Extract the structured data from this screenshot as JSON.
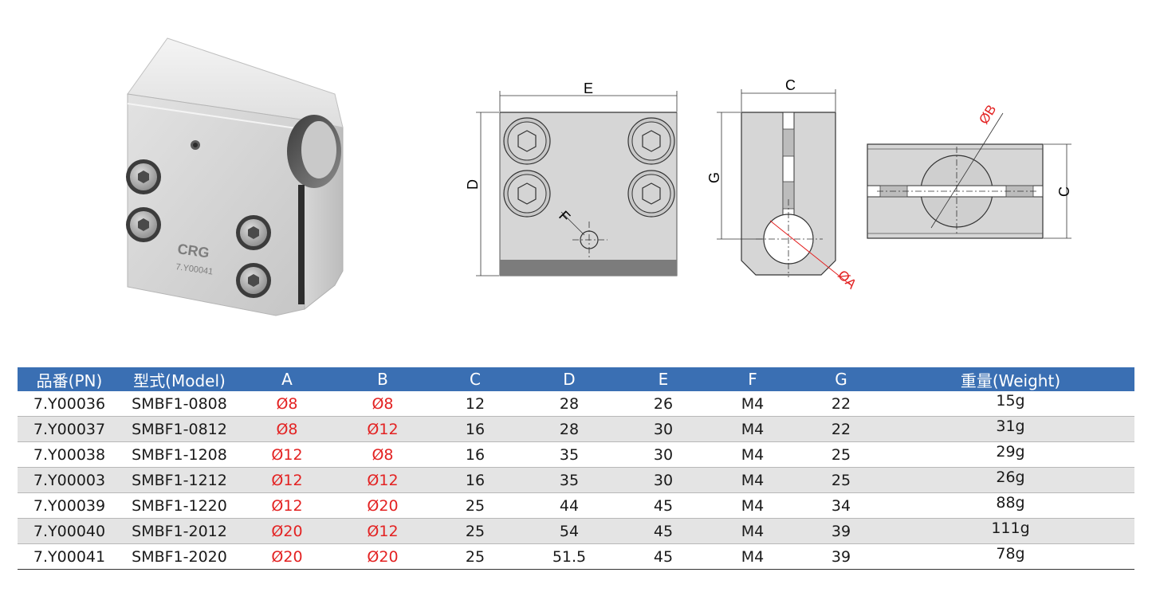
{
  "photo": {
    "logo_text": "CRG",
    "engraved_pn": "7.Y00041"
  },
  "drawings": {
    "front_view": {
      "width_label": "E",
      "height_label": "D",
      "hole_label": "F"
    },
    "side_view": {
      "width_label": "C",
      "height_label": "G",
      "bore_label": "ØA"
    },
    "top_view": {
      "height_label": "C",
      "bore_label": "ØB"
    }
  },
  "table": {
    "headers": [
      "品番(PN)",
      "型式(Model)",
      "A",
      "B",
      "C",
      "D",
      "E",
      "F",
      "G",
      "重量(Weight)"
    ],
    "rows": [
      [
        "7.Y00036",
        "SMBF1-0808",
        "Ø8",
        "Ø8",
        "12",
        "28",
        "26",
        "M4",
        "22",
        "15g"
      ],
      [
        "7.Y00037",
        "SMBF1-0812",
        "Ø8",
        "Ø12",
        "16",
        "28",
        "30",
        "M4",
        "22",
        "31g"
      ],
      [
        "7.Y00038",
        "SMBF1-1208",
        "Ø12",
        "Ø8",
        "16",
        "35",
        "30",
        "M4",
        "25",
        "29g"
      ],
      [
        "7.Y00003",
        "SMBF1-1212",
        "Ø12",
        "Ø12",
        "16",
        "35",
        "30",
        "M4",
        "25",
        "26g"
      ],
      [
        "7.Y00039",
        "SMBF1-1220",
        "Ø12",
        "Ø20",
        "25",
        "44",
        "45",
        "M4",
        "34",
        "88g"
      ],
      [
        "7.Y00040",
        "SMBF1-2012",
        "Ø20",
        "Ø12",
        "25",
        "54",
        "45",
        "M4",
        "39",
        "111g"
      ],
      [
        "7.Y00041",
        "SMBF1-2020",
        "Ø20",
        "Ø20",
        "25",
        "51.5",
        "45",
        "M4",
        "39",
        "78g"
      ]
    ],
    "colors": {
      "header_bg": "#3a6fb3",
      "header_text": "#ffffff",
      "stripe_bg": "#e4e4e4",
      "diameter_text": "#e32222"
    }
  }
}
